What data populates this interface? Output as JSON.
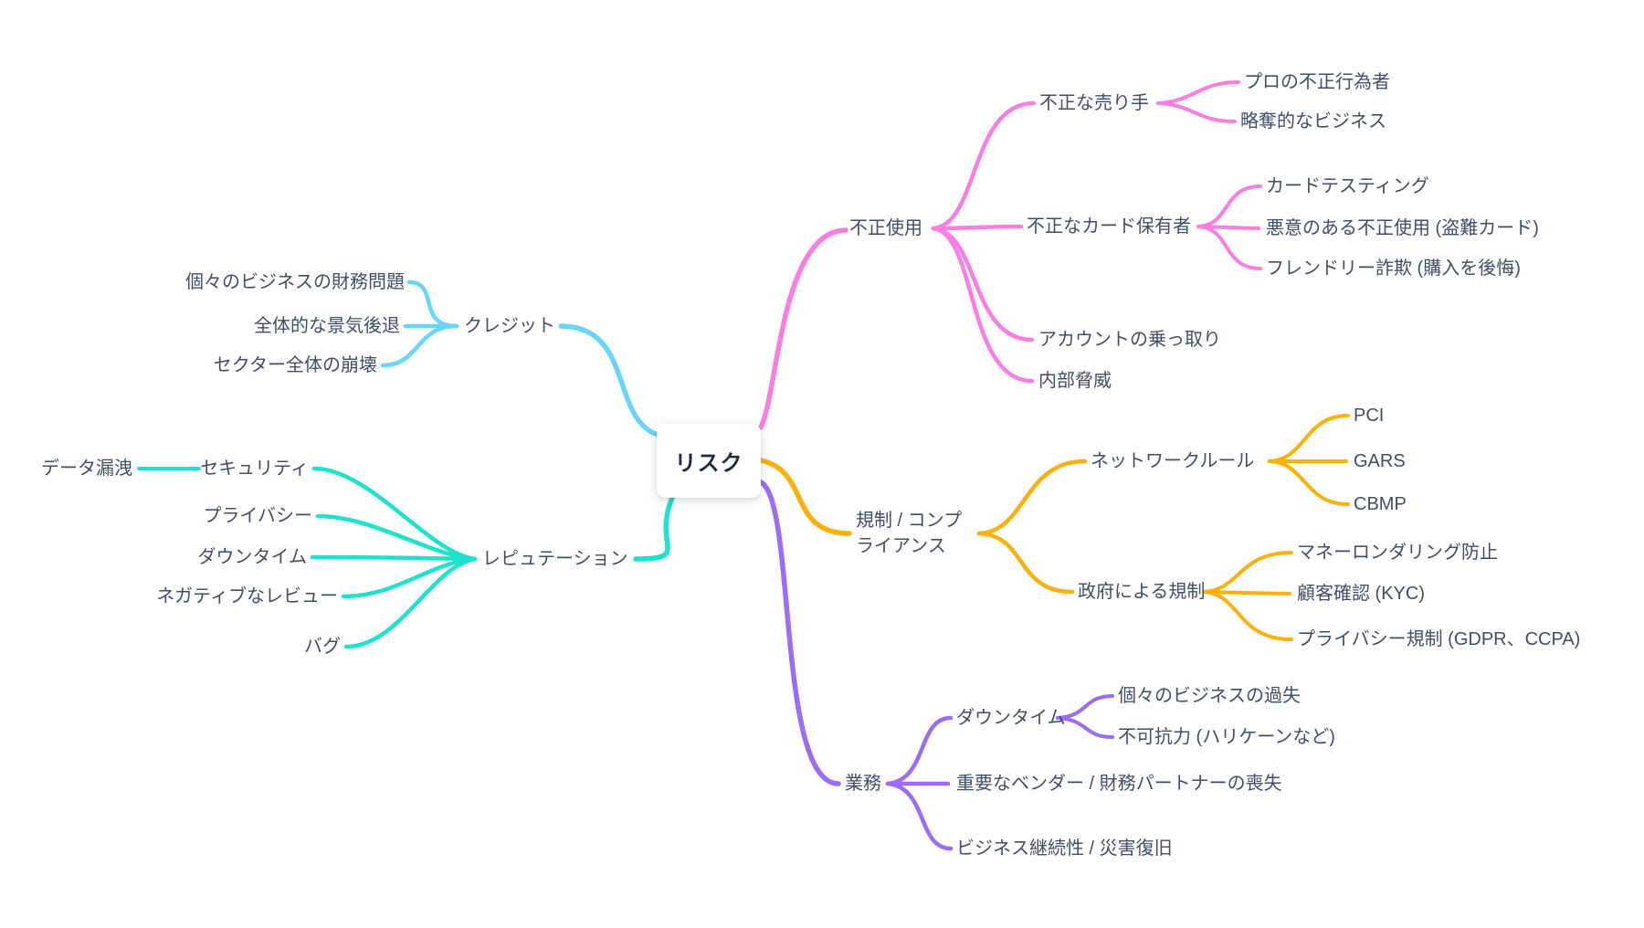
{
  "root": {
    "label": "リスク"
  },
  "colors": {
    "credit": "#69D5F8",
    "reputation": "#1DE2CE",
    "fraud": "#FA7DE4",
    "compliance": "#FBB00C",
    "operations": "#9B6DF4",
    "text": "#3F4E69",
    "root_text": "#1F2A44",
    "node_background": "#FFFFFF"
  },
  "branches": {
    "credit": {
      "label": "クレジット",
      "children": {
        "financial_problems": {
          "label": "個々のビジネスの財務問題"
        },
        "recession": {
          "label": "全体的な景気後退"
        },
        "sector_collapse": {
          "label": "セクター全体の崩壊"
        }
      }
    },
    "reputation": {
      "label": "レピュテーション",
      "children": {
        "security": {
          "label": "セキュリティ",
          "children": {
            "data_leak": {
              "label": "データ漏洩"
            }
          }
        },
        "privacy": {
          "label": "プライバシー"
        },
        "downtime": {
          "label": "ダウンタイム"
        },
        "negative_reviews": {
          "label": "ネガティブなレビュー"
        },
        "bugs": {
          "label": "バグ"
        }
      }
    },
    "fraud": {
      "label": "不正使用",
      "children": {
        "fraudulent_sellers": {
          "label": "不正な売り手",
          "children": {
            "professional_fraudsters": {
              "label": "プロの不正行為者"
            },
            "predatory_business": {
              "label": "略奪的なビジネス"
            }
          }
        },
        "fraudulent_cardholders": {
          "label": "不正なカード保有者",
          "children": {
            "card_testing": {
              "label": "カードテスティング"
            },
            "malicious_fraud": {
              "label": "悪意のある不正使用 (盗難カード)"
            },
            "friendly_fraud": {
              "label": "フレンドリー詐欺 (購入を後悔)"
            }
          }
        },
        "account_takeover": {
          "label": "アカウントの乗っ取り"
        },
        "insider_threat": {
          "label": "内部脅威"
        }
      }
    },
    "compliance": {
      "label": "規制 / コンプライアンス",
      "children": {
        "network_rules": {
          "label": "ネットワークルール",
          "children": {
            "pci": {
              "label": "PCI"
            },
            "gars": {
              "label": "GARS"
            },
            "cbmp": {
              "label": "CBMP"
            }
          }
        },
        "government_regulation": {
          "label": "政府による規制",
          "children": {
            "aml": {
              "label": "マネーロンダリング防止"
            },
            "kyc": {
              "label": "顧客確認 (KYC)"
            },
            "privacy_regulation": {
              "label": "プライバシー規制 (GDPR、CCPA)"
            }
          }
        }
      }
    },
    "operations": {
      "label": "業務",
      "children": {
        "downtime": {
          "label": "ダウンタイム",
          "children": {
            "business_negligence": {
              "label": "個々のビジネスの過失"
            },
            "force_majeure": {
              "label": "不可抗力 (ハリケーンなど)"
            }
          }
        },
        "vendor_loss": {
          "label": "重要なベンダー / 財務パートナーの喪失"
        },
        "continuity": {
          "label": "ビジネス継続性 / 災害復旧"
        }
      }
    }
  }
}
